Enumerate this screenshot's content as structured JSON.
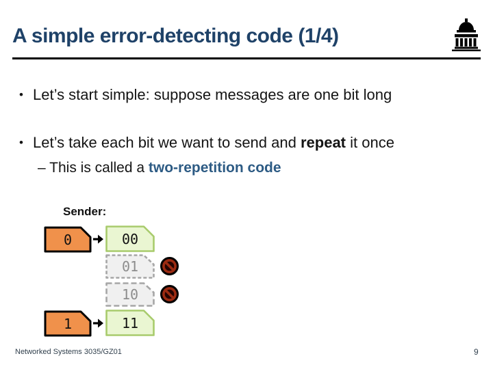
{
  "slide": {
    "title": "A simple error-detecting code (1/4)",
    "footer_left": "Networked Systems 3035/GZ01",
    "page_number": "9"
  },
  "bullets": {
    "bullet_glyph": "•",
    "dash_glyph": "– ",
    "b1": "Let’s start simple: suppose messages are one bit long",
    "b2_pre": "Let’s take each bit we want to send and ",
    "b2_bold": "repeat",
    "b2_post": " it once",
    "sub_pre": "This is called a ",
    "sub_bold": "two-repetition code"
  },
  "diagram": {
    "label": "Sender:",
    "mappings": [
      {
        "input": "0",
        "output": "00"
      },
      {
        "input": "1",
        "output": "11"
      }
    ],
    "invalid_codewords": [
      "01",
      "10"
    ]
  },
  "icons": {
    "header_logo": "university-portico-icon",
    "mapping_arrow": "arrow-right-icon",
    "forbidden_marker": "no-entry-icon",
    "list_marker": "bullet-dot"
  },
  "colors": {
    "title_color": "#1F4268",
    "accent_bold": "#2D5B84",
    "input_box_fill": "#F0914B",
    "valid_box_fill": "#EAF6D2",
    "valid_box_border": "#A8CB6C",
    "invalid_box_fill": "#F0F0F0",
    "invalid_box_border": "#A6A6A6",
    "invalid_text": "#8C8C8C",
    "no_symbol_red": "#9B2B12",
    "footer_text": "#31404D"
  }
}
